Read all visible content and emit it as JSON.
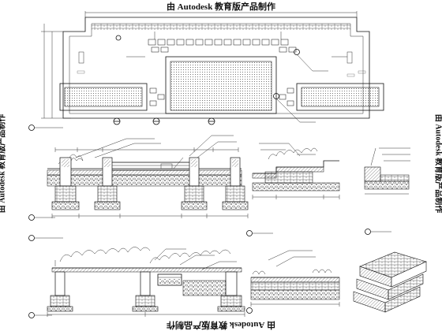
{
  "watermark": {
    "top": "由 Autodesk 教育版产品制作",
    "bottom": "由 Autodesk 教育版产品制作",
    "left": "由 Autodesk 教育版产品制作",
    "right": "由 Autodesk 教育版产品制作"
  },
  "colors": {
    "ink": "#111111",
    "paper": "#ffffff"
  }
}
